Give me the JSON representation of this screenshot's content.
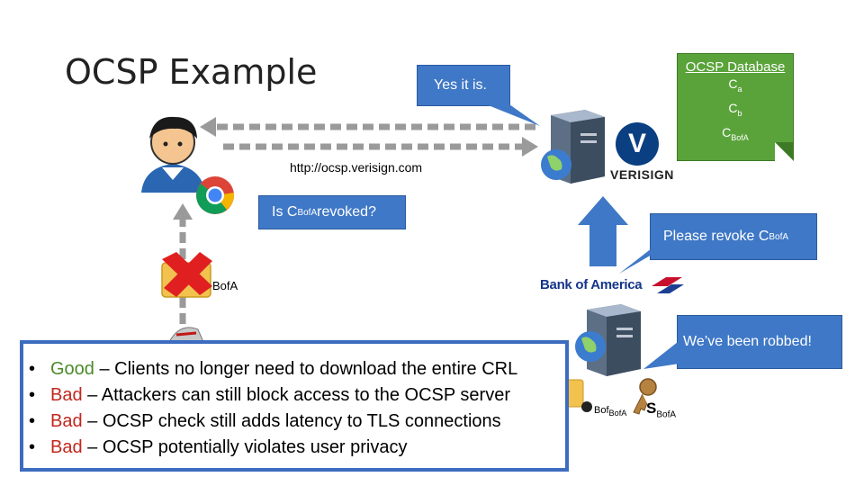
{
  "slide": {
    "title": "OCSP Example"
  },
  "callouts": {
    "yes_it_is": "Yes it is.",
    "is_revoked_prefix": "Is C",
    "is_revoked_sub": "BofA",
    "is_revoked_suffix": " revoked?",
    "please_revoke_prefix": "Please revoke C",
    "please_revoke_sub": "BofA",
    "robbed": "We’ve been robbed!"
  },
  "ocsp_database": {
    "title": "OCSP Database",
    "entries": [
      {
        "base": "C",
        "sub": "a"
      },
      {
        "base": "C",
        "sub": "b"
      },
      {
        "base": "C",
        "sub": "BofA"
      }
    ]
  },
  "labels": {
    "ocsp_url": "http://ocsp.verisign.com",
    "bofa_cert": "BofA",
    "bank_logo": "Bank of America",
    "verisign_logo": "VERISIGN",
    "verisign_badge": "V",
    "cert_a_main": "Bof",
    "cert_a_sub": "BofA",
    "key_main": "S",
    "key_sub": "BofA"
  },
  "bullets": [
    {
      "label": "Good",
      "type": "good",
      "text": " – Clients no longer need to download the entire CRL"
    },
    {
      "label": "Bad",
      "type": "bad",
      "text": " – Attackers can still block access to the OCSP server"
    },
    {
      "label": "Bad",
      "type": "bad",
      "text": " – OCSP check still adds latency to TLS connections"
    },
    {
      "label": "Bad",
      "type": "bad",
      "text": " – OCSP potentially violates user privacy"
    }
  ],
  "icons": [
    "user-avatar-icon",
    "chrome-browser-icon",
    "server-icon",
    "globe-icon",
    "red-x-icon",
    "certificate-icon",
    "key-icon",
    "attacker-icon",
    "verisign-check-icon"
  ],
  "colors": {
    "callout_blue": "#3f78c6",
    "db_green": "#5aa33a",
    "good_green": "#4a8a2a",
    "bad_red": "#c2271d",
    "arrow_gray": "#9a9a9a",
    "arrow_blue": "#3f78c6",
    "bank_blue": "#15358a"
  }
}
